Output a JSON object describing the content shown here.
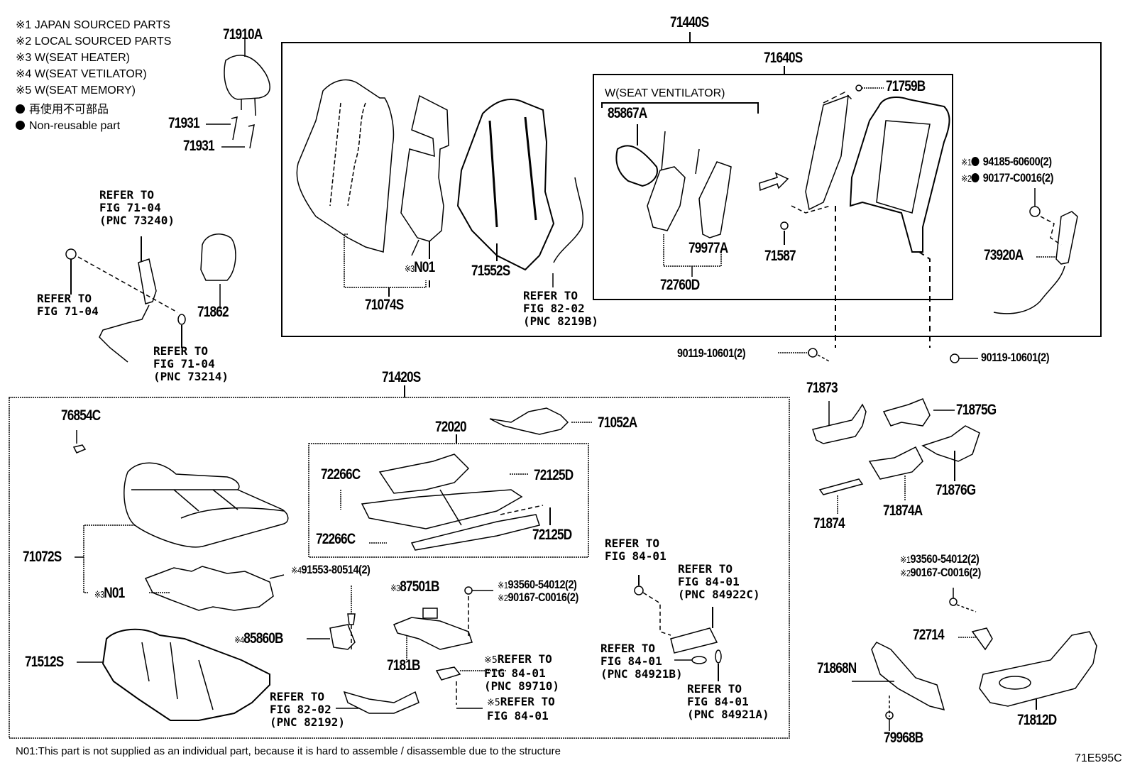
{
  "legend": {
    "notes": [
      "※1 JAPAN SOURCED PARTS",
      "※2 LOCAL SOURCED PARTS",
      "※3 W(SEAT HEATER)",
      "※4 W(SEAT VETILATOR)",
      "※5 W(SEAT MEMORY)"
    ],
    "non_reusable_jp": "再使用不可部品",
    "non_reusable_en": "Non-reusable part"
  },
  "groups": {
    "seatback_assy": "71440S",
    "seatback_frame_assy": "71640S",
    "seat_cushion_assy": "71420S",
    "seat_adjuster": "72020",
    "ventilator_label": "W(SEAT VENTILATOR)"
  },
  "parts": {
    "p71910A": "71910A",
    "p71931a": "71931",
    "p71931b": "71931",
    "p71862": "71862",
    "p71074S": "71074S",
    "p71552S": "71552S",
    "n01_back": "N01",
    "n01_back_mark": "※3",
    "p85867A": "85867A",
    "p79977A": "79977A",
    "p72760D": "72760D",
    "p71587": "71587",
    "p71759B": "71759B",
    "p73920A": "73920A",
    "fastener_top_1": "94185-60600(2)",
    "fastener_top_1_mark": "※1",
    "fastener_top_2": "90177-C0016(2)",
    "fastener_top_2_mark": "※2",
    "bolt_left": "90119-10601(2)",
    "bolt_right": "90119-10601(2)",
    "p71873": "71873",
    "p71875G": "71875G",
    "p71876G": "71876G",
    "p71874": "71874",
    "p71874A": "71874A",
    "p76854C": "76854C",
    "p71072S": "71072S",
    "n01_cushion": "N01",
    "n01_cushion_mark": "※3",
    "p71512S": "71512S",
    "p71052A": "71052A",
    "p72266C_a": "72266C",
    "p72266C_b": "72266C",
    "p72125D_a": "72125D",
    "p72125D_b": "72125D",
    "p91553": "91553-80514(2)",
    "p91553_mark": "※4",
    "p85860B": "85860B",
    "p85860B_mark": "※4",
    "p87501B": "87501B",
    "p87501B_mark": "※3",
    "fastener_mid_1": "93560-54012(2)",
    "fastener_mid_1_mark": "※1",
    "fastener_mid_2": "90167-C0016(2)",
    "fastener_mid_2_mark": "※2",
    "p7181B": "7181B",
    "fastener_right_1": "93560-54012(2)",
    "fastener_right_1_mark": "※1",
    "fastener_right_2": "90167-C0016(2)",
    "fastener_right_2_mark": "※2",
    "p72714": "72714",
    "p71868N": "71868N",
    "p79968B": "79968B",
    "p71812D": "71812D"
  },
  "references": {
    "ref_73240": "REFER TO\nFIG 71-04\n(PNC 73240)",
    "ref_7104_left": "REFER TO\nFIG 71-04",
    "ref_73214": "REFER TO\nFIG 71-04\n(PNC 73214)",
    "ref_8219B": "REFER TO\nFIG 82-02\n(PNC 8219B)",
    "ref_82192": "REFER TO\nFIG 82-02\n(PNC 82192)",
    "ref_89710": "REFER TO\nFIG 84-01\n(PNC 89710)",
    "ref_89710_mark": "※5",
    "ref_8401_screw": "REFER TO\nFIG 84-01",
    "ref_8401_screw_mark": "※5",
    "ref_8401_top": "REFER TO\nFIG 84-01",
    "ref_84922C": "REFER TO\nFIG 84-01\n(PNC 84922C)",
    "ref_84921B": "REFER TO\nFIG 84-01\n(PNC 84921B)",
    "ref_84921A": "REFER TO\nFIG 84-01\n(PNC 84921A)"
  },
  "footer": {
    "note": "N01:This part is not supplied as an individual part, because it is hard to assemble / disassemble due to the structure",
    "figure_id": "71E595C"
  }
}
